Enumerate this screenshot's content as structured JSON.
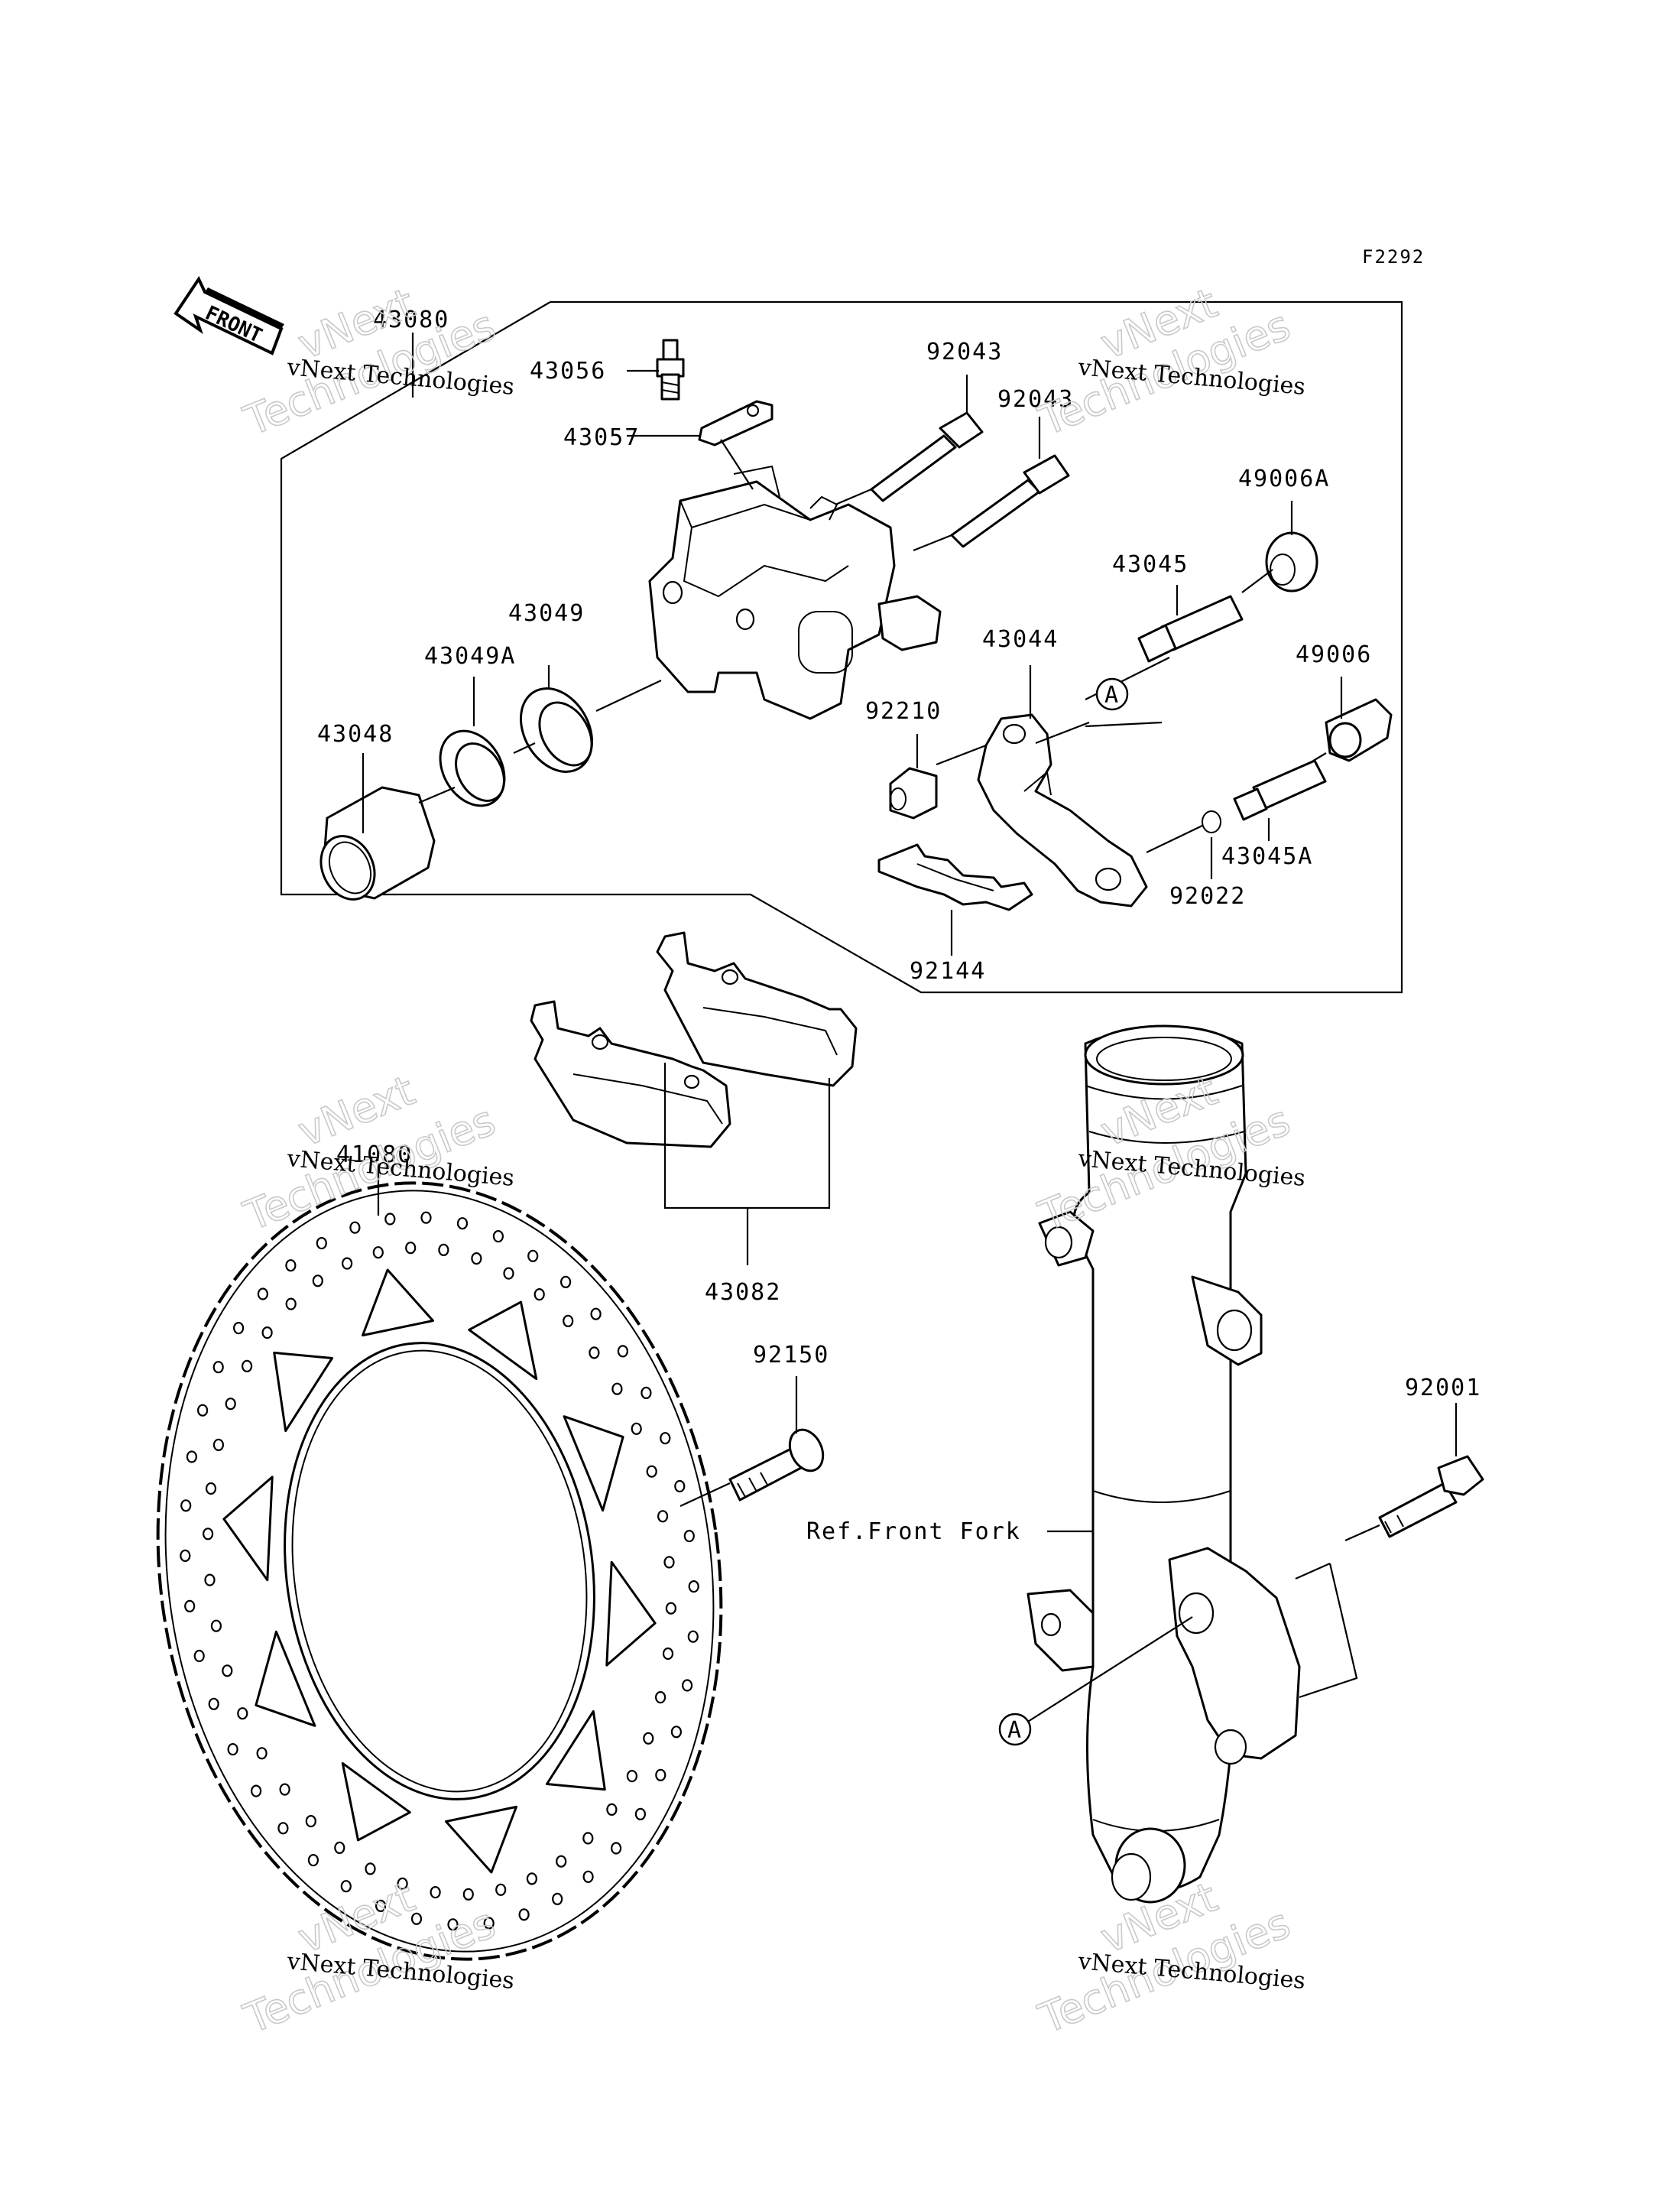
{
  "figure_code": "F2292",
  "front_arrow_text": "FRONT",
  "parts": {
    "p43080": "43080",
    "p43056": "43056",
    "p43057": "43057",
    "p92043a": "92043",
    "p92043b": "92043",
    "p49006A": "49006A",
    "p43045": "43045",
    "p43044": "43044",
    "p49006": "49006",
    "p43049": "43049",
    "p43049A": "43049A",
    "p43048": "43048",
    "p92210": "92210",
    "p43045A": "43045A",
    "p92022": "92022",
    "p92144": "92144",
    "p41080": "41080",
    "p43082": "43082",
    "p92150": "92150",
    "p92001": "92001"
  },
  "ref_front_fork": "Ref.Front Fork",
  "callout_a1": "A",
  "callout_a2": "A",
  "watermark": {
    "small": "vNext Technologies",
    "big_line1": "vNext",
    "big_line2": "Technologies"
  }
}
